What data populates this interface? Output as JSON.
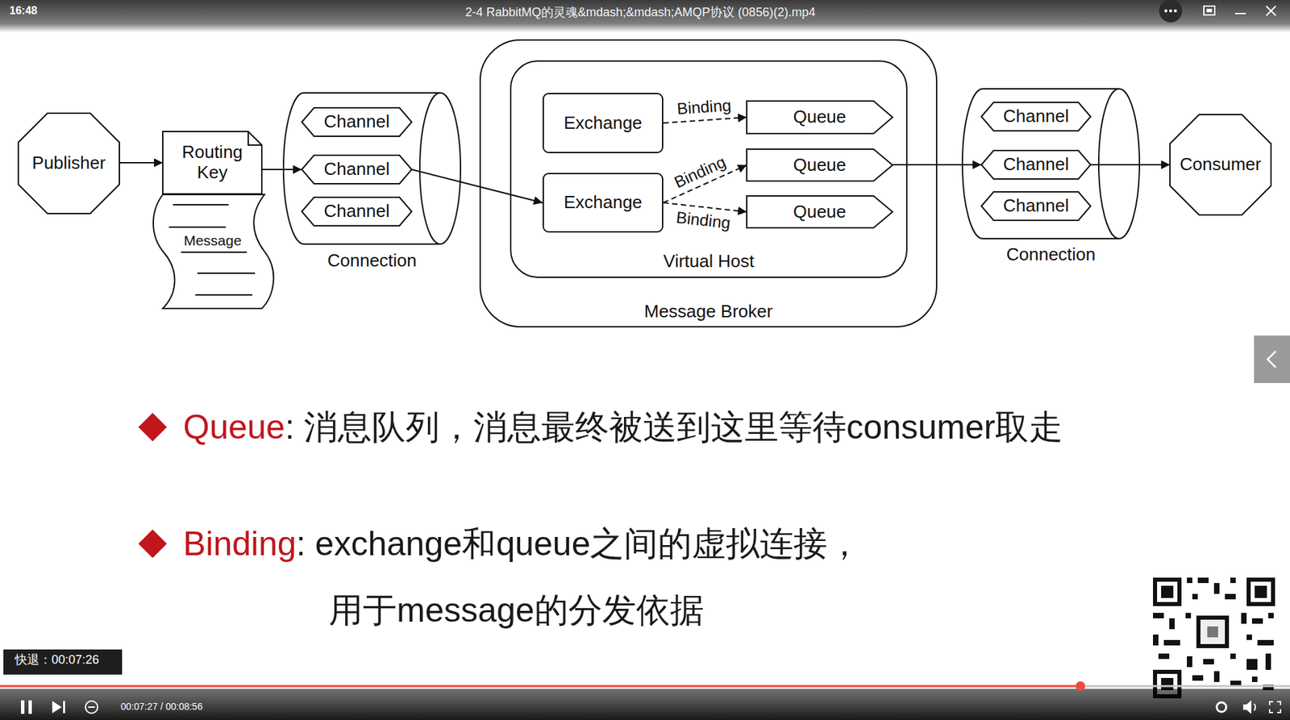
{
  "diagram": {
    "nodes": [
      {
        "text": [
          "Publisher"
        ]
      },
      {
        "text": [
          "Routing Key"
        ]
      },
      {
        "text": [
          "Message"
        ]
      },
      {
        "text": [
          "Connection"
        ]
      },
      {
        "text": [
          "Channel"
        ],
        "in": 3
      },
      {
        "text": [
          "Channel"
        ],
        "in": 3
      },
      {
        "text": [
          "Channel"
        ],
        "in": 3
      },
      {
        "text": [
          "Message Broker"
        ]
      },
      {
        "text": [
          "Virtual Host"
        ],
        "in": 7
      },
      {
        "text": [
          "Exchange"
        ],
        "in": 8
      },
      {
        "text": [
          "Exchange"
        ],
        "in": 8
      },
      {
        "text": [
          "Queue"
        ],
        "in": 8
      },
      {
        "text": [
          "Queue"
        ],
        "in": 8
      },
      {
        "text": [
          "Queue"
        ],
        "in": 8
      },
      {
        "text": [
          "Connection"
        ]
      },
      {
        "text": [
          "Channel"
        ],
        "in": 14
      },
      {
        "text": [
          "Channel"
        ],
        "in": 14
      },
      {
        "text": [
          "Channel"
        ],
        "in": 14
      },
      {
        "text": [
          "Consumer"
        ]
      }
    ],
    "edges": [
      {
        "from": 0,
        "to": 1,
        "arrow": "to"
      },
      {
        "from": 1,
        "to": 5,
        "arrow": "to"
      },
      {
        "from": 5,
        "to": 10,
        "arrow": "to"
      },
      {
        "from": 9,
        "to": 11,
        "label": "Binding",
        "arrow": "to"
      },
      {
        "from": 10,
        "to": 12,
        "label": "Binding",
        "arrow": "to"
      },
      {
        "from": 10,
        "to": 13,
        "label": "Binding",
        "arrow": "to"
      },
      {
        "from": 12,
        "to": 16,
        "arrow": "to"
      },
      {
        "from": 16,
        "to": 18,
        "arrow": "to"
      }
    ],
    "labels": [
      "16:48",
      "2-4 RabbitMQ的灵魂&mdash;&mdash;AMQP协议 (0856)(2).mp4",
      "Queue",
      ": 消息队列，消息最终被送到这里等待consumer取走",
      "Binding",
      ": exchange和queue之间的虚拟连接，",
      "用于message的分发依据",
      "快退：00:07:26",
      "00:07:27 / 00:08:56"
    ]
  }
}
